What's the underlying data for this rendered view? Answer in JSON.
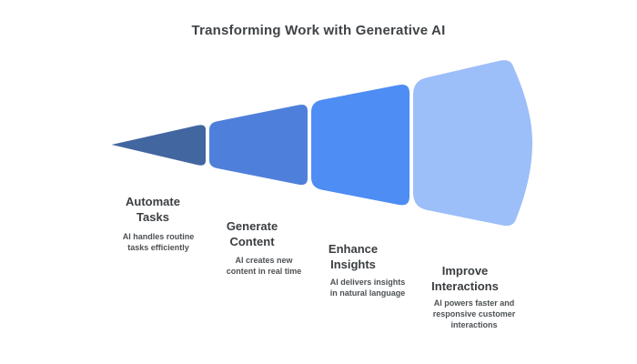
{
  "title": "Transforming Work with Generative AI",
  "colors": {
    "background": "#ffffff",
    "title_text": "#3f4346",
    "stage_title_text": "#3a3e41",
    "stage_description_text": "#4d5154",
    "stage_colors": [
      "#42669f",
      "#4e80db",
      "#4e8df3",
      "#9cbef9"
    ]
  },
  "funnel": {
    "direction": "expanding-left-to-right",
    "stages": [
      {
        "title": "Automate Tasks",
        "description": "AI handles routine tasks efficiently",
        "color": "#42669f"
      },
      {
        "title": "Generate Content",
        "description": "AI creates new content in real time",
        "color": "#4e80db"
      },
      {
        "title": "Enhance Insights",
        "description": "AI delivers insights in natural language",
        "color": "#4e8df3"
      },
      {
        "title": "Improve Interactions",
        "description": "AI powers faster and responsive customer interactions",
        "color": "#9cbef9"
      }
    ]
  }
}
